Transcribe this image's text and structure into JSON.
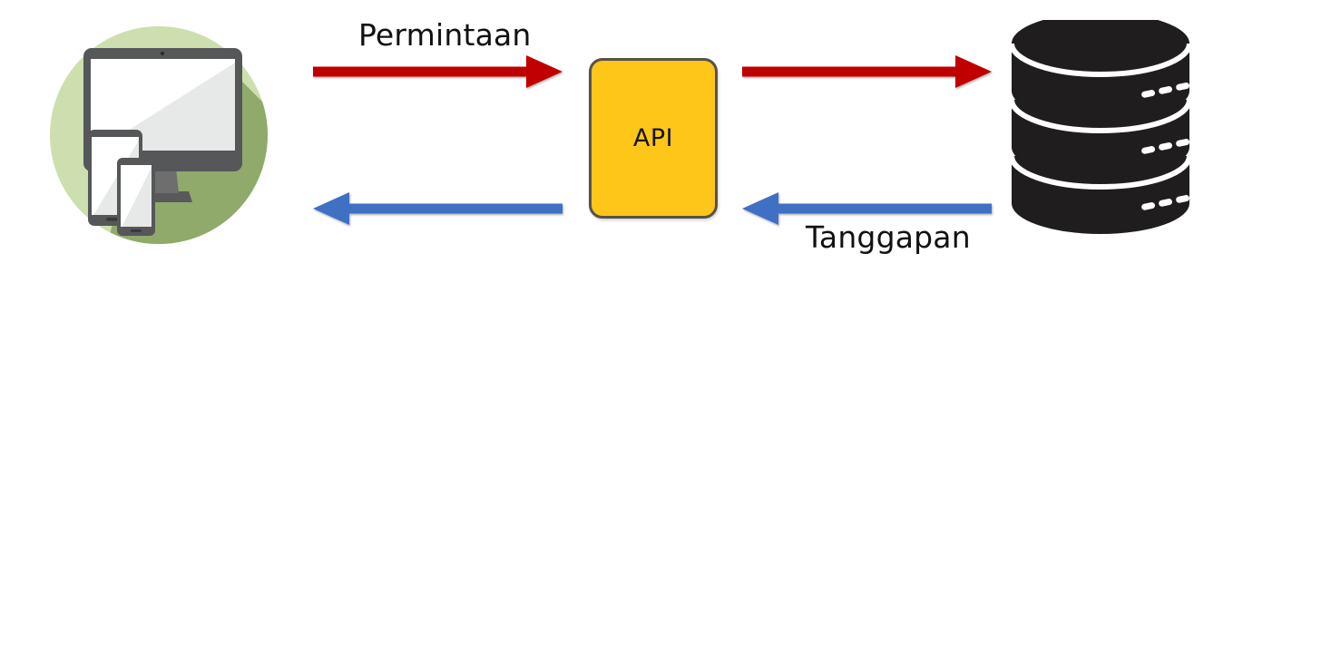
{
  "diagram": {
    "title": "API request and response flow",
    "background_color": "#ffffff",
    "nodes": {
      "client": {
        "name": "client-devices-icon",
        "icon": "devices-monitor-tablet-phone-icon",
        "circle_color": "#cddfae",
        "shadow_color": "#8faa6b",
        "device_color": "#575757"
      },
      "api": {
        "label": "API",
        "fill_color": "#FFC61A",
        "border_color": "#575147",
        "text_color": "#141414"
      },
      "database": {
        "name": "database-cylinder-icon",
        "icon": "database-icon",
        "fill_color": "#1f1d1d",
        "band_color": "#ffffff",
        "tiers": 3,
        "indicator_dashes_per_tier": 3
      }
    },
    "edges": [
      {
        "id": "request-client-to-api",
        "label": "Permintaan",
        "color": "#c00000",
        "direction": "right",
        "from": "client",
        "to": "api"
      },
      {
        "id": "request-api-to-database",
        "label": "",
        "color": "#c00000",
        "direction": "right",
        "from": "api",
        "to": "database"
      },
      {
        "id": "response-database-to-api",
        "label": "Tanggapan",
        "color": "#3f6fc4",
        "direction": "left",
        "from": "database",
        "to": "api"
      },
      {
        "id": "response-api-to-client",
        "label": "",
        "color": "#3f6fc4",
        "direction": "left",
        "from": "api",
        "to": "client"
      }
    ],
    "labels": {
      "request": "Permintaan",
      "response": "Tanggapan"
    }
  }
}
